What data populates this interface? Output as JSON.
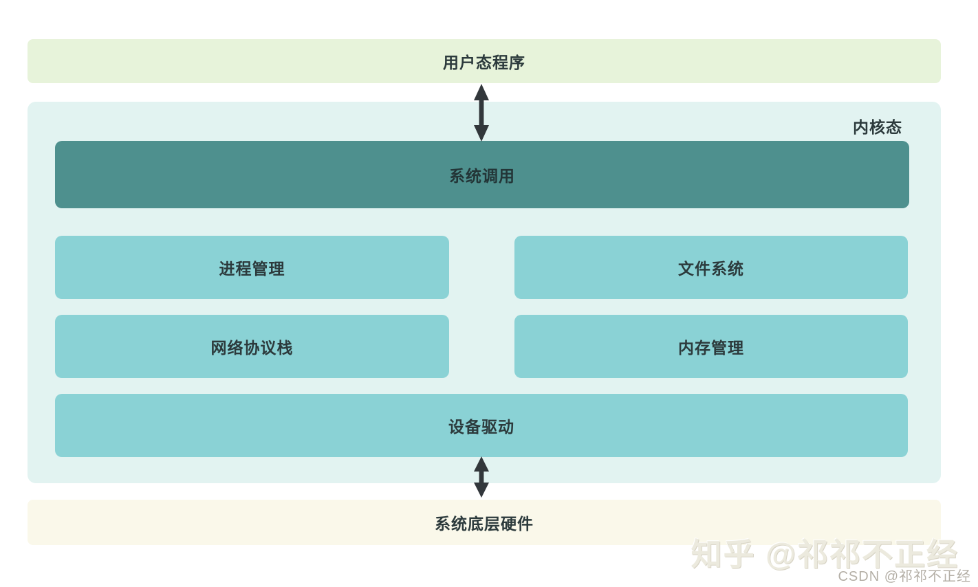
{
  "diagram": {
    "user_space": {
      "label": "用户态程序"
    },
    "kernel": {
      "label": "内核态",
      "syscall_label": "系统调用",
      "modules": [
        {
          "label": "进程管理"
        },
        {
          "label": "文件系统"
        },
        {
          "label": "网络协议栈"
        },
        {
          "label": "内存管理"
        }
      ],
      "device_driver_label": "设备驱动"
    },
    "hardware": {
      "label": "系统底层硬件"
    },
    "colors": {
      "user_space_bg": "#e7f3da",
      "kernel_bg": "#e2f3f1",
      "syscall_bg": "#4e908e",
      "module_bg": "#8ad2d5",
      "hardware_bg": "#faf8ea",
      "label_text": "#2c3a3c",
      "arrow": "#32373b"
    }
  },
  "watermarks": {
    "zhihu": "知乎 @祁祁不正经",
    "csdn": "CSDN @祁祁不正经"
  }
}
